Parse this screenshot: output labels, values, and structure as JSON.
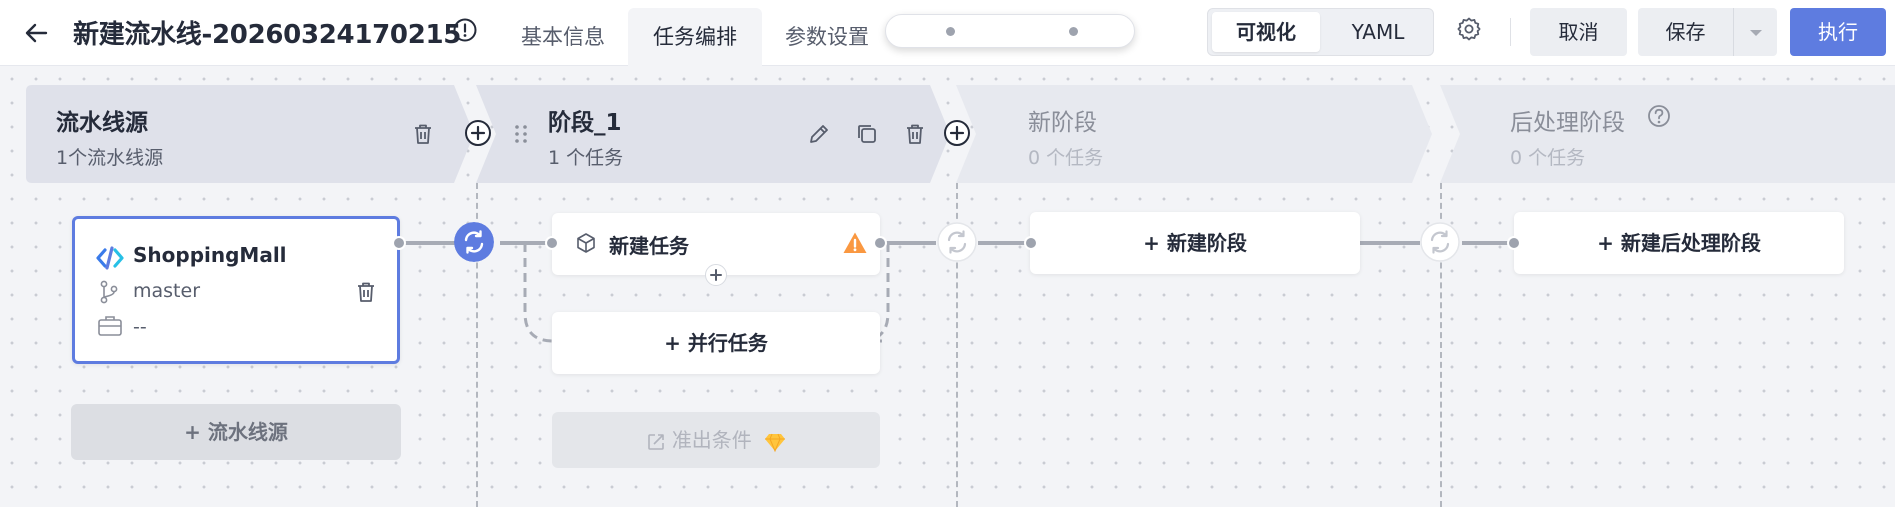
{
  "header": {
    "title": "新建流水线-20260324170215",
    "tabs": [
      "基本信息",
      "任务编排",
      "参数设置"
    ],
    "view_modes": [
      "可视化",
      "YAML"
    ],
    "cancel_label": "取消",
    "save_label": "保存",
    "run_label": "执行"
  },
  "stages": {
    "source": {
      "title": "流水线源",
      "subtitle": "1个流水线源"
    },
    "stage1": {
      "title": "阶段_1",
      "subtitle": "1 个任务"
    },
    "new_stage": {
      "title": "新阶段",
      "subtitle": "0 个任务"
    },
    "post": {
      "title": "后处理阶段",
      "subtitle": "0 个任务"
    }
  },
  "source_card": {
    "repo": "ShoppingMall",
    "branch": "master",
    "tag": "--",
    "add_label": "+ 流水线源"
  },
  "tasks": {
    "new_task_label": "新建任务",
    "parallel_label": "+ 并行任务",
    "exit_condition_label": "准出条件",
    "new_stage_label": "+ 新建阶段",
    "new_post_stage_label": "+ 新建后处理阶段"
  },
  "colors": {
    "accent": "#5e7ce0",
    "warning": "#fa9841",
    "stage_bg": "#dfe1ea",
    "stage_bg_muted": "#e7e9ef"
  }
}
